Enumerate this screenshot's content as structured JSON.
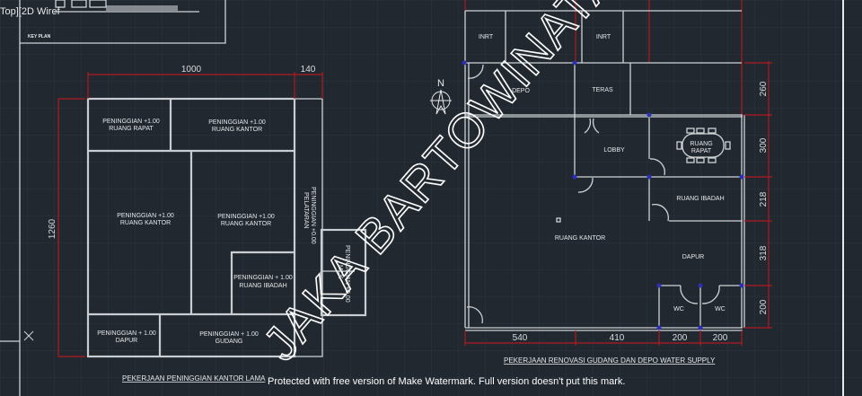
{
  "viewport": {
    "label": "Top][2D Wiref"
  },
  "key_plan": {
    "label": "KEY PLAN"
  },
  "left_plan": {
    "title": "PEKERJAAN PENINGGIAN KANTOR LAMA",
    "dims": {
      "top_a": "1000",
      "top_b": "140",
      "left": "1260"
    },
    "rooms": [
      {
        "l1": "PENINGGIAN +1.00",
        "l2": "RUANG RAPAT"
      },
      {
        "l1": "PENINGGIAN +1.00",
        "l2": "RUANG KANTOR"
      },
      {
        "l1": "PENINGGIAN +1.00",
        "l2": "RUANG KANTOR"
      },
      {
        "l1": "PENINGGIAN +1.00",
        "l2": "RUANG KANTOR"
      },
      {
        "l1": "PENINGGIAN + 1.00",
        "l2": "RUANG IBADAH"
      },
      {
        "l1": "PENINGGIAN + 1.00",
        "l2": "DAPUR"
      },
      {
        "l1": "PENINGGIAN + 1.00",
        "l2": "GUDANG"
      },
      {
        "l1": "PENINGGIAN +0.00",
        "l2": "PELATARAN"
      },
      {
        "l1": "PENINGGIAN +0.00",
        "l2": "MCK"
      }
    ]
  },
  "right_plan": {
    "title": "PEKERJAAN RENOVASI GUDANG DAN DEPO WATER SUPPLY",
    "north": "N",
    "rooms": {
      "inrt1": "INRT",
      "inrt2": "INRT",
      "depo": "DEPO",
      "teras": "TERAS",
      "lobby": "LOBBY",
      "rapat1": "RUANG",
      "rapat2": "RAPAT",
      "ibadah": "RUANG IBADAH",
      "kantor": "RUANG KANTOR",
      "dapur": "DAPUR",
      "wc1": "WC",
      "wc2": "WC"
    },
    "dims_right": [
      "260",
      "300",
      "218",
      "318",
      "200"
    ],
    "dims_bottom": [
      "540",
      "410",
      "200",
      "200"
    ]
  },
  "watermark": {
    "text": "JAKA BARTOWINATA",
    "footer": "Protected with free version of Make Watermark. Full version doesn't put this mark."
  },
  "colors": {
    "background": "#212830",
    "dimension": "#b01a1f",
    "wall": "#c9ccd0",
    "node": "#2b2fb8"
  }
}
